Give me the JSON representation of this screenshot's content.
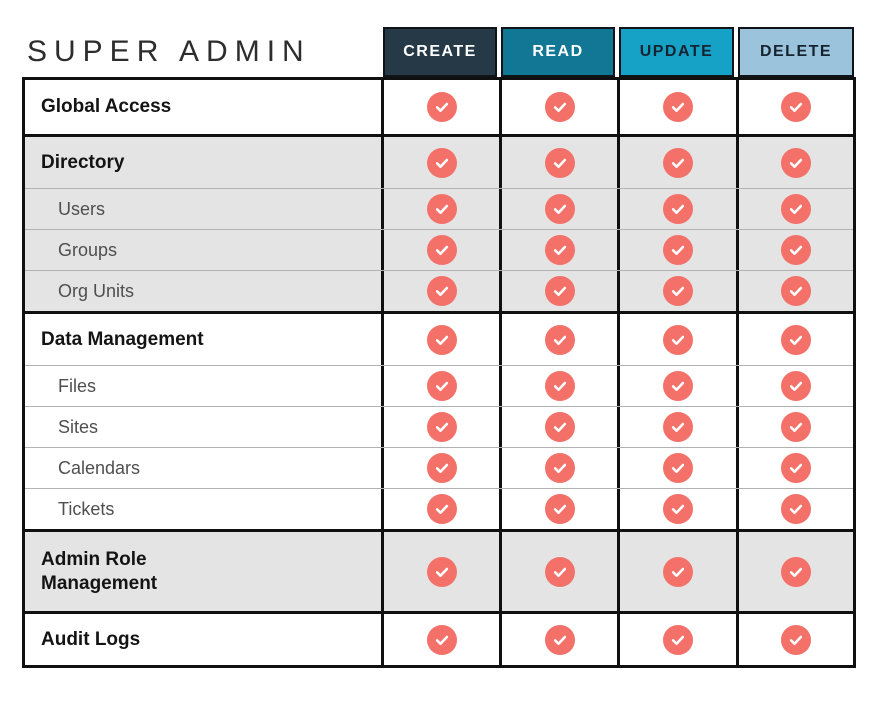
{
  "title": "SUPER ADMIN",
  "columns": [
    {
      "id": "create",
      "label": "CREATE",
      "bg": "#253947",
      "fg": "#ffffff"
    },
    {
      "id": "read",
      "label": "READ",
      "bg": "#117795",
      "fg": "#ffffff"
    },
    {
      "id": "update",
      "label": "UPDATE",
      "bg": "#16a2c6",
      "fg": "#152430"
    },
    {
      "id": "delete",
      "label": "DELETE",
      "bg": "#9bc3db",
      "fg": "#152430"
    }
  ],
  "check": {
    "icon": "check-icon",
    "circle_color": "#f4716a",
    "mark_color": "#ffffff"
  },
  "sections": [
    {
      "shaded": false,
      "rows": [
        {
          "label": "Global Access",
          "level": "section",
          "checks": [
            true,
            true,
            true,
            true
          ]
        }
      ]
    },
    {
      "shaded": true,
      "rows": [
        {
          "label": "Directory",
          "level": "section",
          "checks": [
            true,
            true,
            true,
            true
          ]
        },
        {
          "label": "Users",
          "level": "sub",
          "checks": [
            true,
            true,
            true,
            true
          ]
        },
        {
          "label": "Groups",
          "level": "sub",
          "checks": [
            true,
            true,
            true,
            true
          ]
        },
        {
          "label": "Org Units",
          "level": "sub",
          "checks": [
            true,
            true,
            true,
            true
          ]
        }
      ]
    },
    {
      "shaded": false,
      "rows": [
        {
          "label": "Data Management",
          "level": "section",
          "checks": [
            true,
            true,
            true,
            true
          ]
        },
        {
          "label": "Files",
          "level": "sub",
          "checks": [
            true,
            true,
            true,
            true
          ]
        },
        {
          "label": "Sites",
          "level": "sub",
          "checks": [
            true,
            true,
            true,
            true
          ]
        },
        {
          "label": "Calendars",
          "level": "sub",
          "checks": [
            true,
            true,
            true,
            true
          ]
        },
        {
          "label": "Tickets",
          "level": "sub",
          "checks": [
            true,
            true,
            true,
            true
          ]
        }
      ]
    },
    {
      "shaded": true,
      "rows": [
        {
          "label": "Admin Role\nManagement",
          "level": "section",
          "checks": [
            true,
            true,
            true,
            true
          ]
        }
      ]
    },
    {
      "shaded": false,
      "rows": [
        {
          "label": "Audit Logs",
          "level": "section",
          "checks": [
            true,
            true,
            true,
            true
          ]
        }
      ]
    }
  ]
}
